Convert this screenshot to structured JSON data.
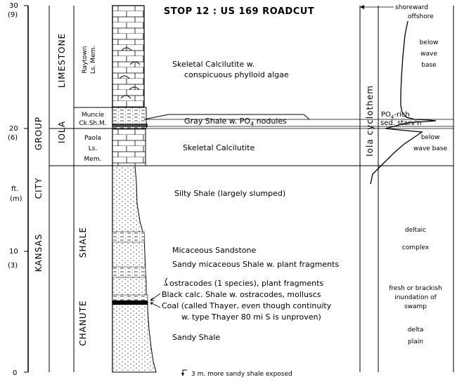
{
  "title": "STOP 12 : US 169 ROADCUT",
  "scale": {
    "ft_ticks": [
      {
        "ft": "30",
        "m": "(9)",
        "level": 30
      },
      {
        "ft": "20",
        "m": "(6)",
        "level": 20
      },
      {
        "ft": "10",
        "m": "(3)",
        "level": 10
      },
      {
        "ft": "0",
        "m": "",
        "level": 0
      }
    ],
    "unit_ft": "ft.",
    "unit_m": "(m)"
  },
  "groups": {
    "kansas_city_group": [
      "KANSAS",
      "CITY",
      "GROUP"
    ],
    "iola": "IOLA",
    "limestone": "LIMESTONE",
    "chanute_shale": [
      "CHANUTE",
      "SHALE"
    ]
  },
  "members": {
    "raytown": [
      "Raytown",
      "Ls. Mem."
    ],
    "muncie": [
      "Muncie",
      "Ck.Sh.M."
    ],
    "paola": [
      "Paola",
      "Ls.",
      "Mem."
    ]
  },
  "descriptions": {
    "skeletal_phylloid_1": "Skeletal Calcilutite w.",
    "skeletal_phylloid_2": "conspicuous phylloid algae",
    "gray_shale": "Gray Shale w. PO",
    "gray_shale_sub": "4",
    "gray_shale_end": " nodules",
    "skeletal_calcilutite": "Skeletal Calcilutite",
    "silty_shale": "Silty Shale (largely slumped)",
    "micaceous_sandstone": "Micaceous Sandstone",
    "sandy_micaceous_shale": "Sandy micaceous Shale w. plant fragments",
    "ostracodes": "ostracodes (1 species), plant fragments",
    "black_calc": "Black calc.  Shale w. ostracodes, molluscs",
    "coal_1": "Coal (called Thayer, even though continuity",
    "coal_2": "w. type Thayer 80 mi S is unproven)",
    "sandy_shale": "Sandy Shale",
    "more_exposed": "3 m. more sandy shale exposed"
  },
  "environment": {
    "shoreward": "shoreward",
    "offshore": "offshore",
    "cyclothem": "Iola cyclothem",
    "below_wave_base_1": [
      "below",
      "wave",
      "base"
    ],
    "po4_rich": "PO",
    "po4_sub": "4",
    "po4_rich_end": "-rich",
    "sed_starv": "sed. starv'n",
    "below_wave_base_2": [
      "below",
      "wave base"
    ],
    "deltaic_complex": [
      "deltaic",
      "complex"
    ],
    "fresh_brackish": [
      "fresh or brackish",
      "inundation of",
      "swamp"
    ],
    "delta_plain": [
      "delta",
      "plain"
    ]
  }
}
